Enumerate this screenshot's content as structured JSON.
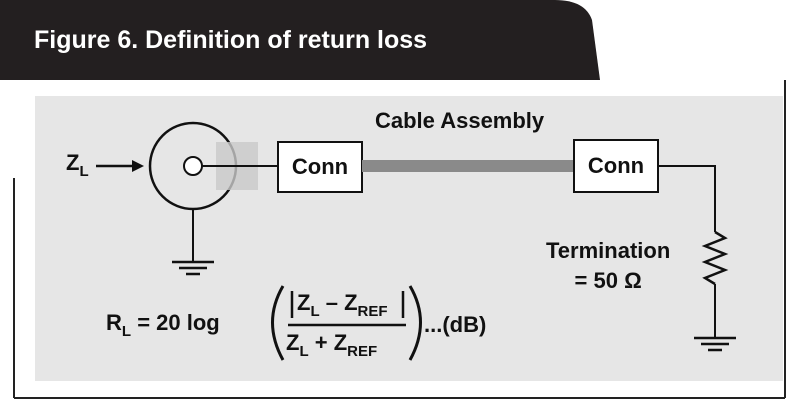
{
  "header": {
    "title": "Figure 6. Definition of return loss",
    "background_color": "#231f20",
    "title_color": "#ffffff"
  },
  "diagram": {
    "panel_color": "#e6e6e6",
    "cable_color": "#8a8a8a",
    "input_label": {
      "main": "Z",
      "sub": "L"
    },
    "cable_label": "Cable Assembly",
    "left_connector": "Conn",
    "right_connector": "Conn",
    "termination_label_line1": "Termination",
    "termination_label_line2": "= 50 Ω",
    "icons": [
      "coax-port-icon",
      "ground-icon",
      "resistor-icon",
      "arrow-right-icon"
    ]
  },
  "equation": {
    "lhs_main": "R",
    "lhs_sub": "L",
    "equals": "= 20 log",
    "num_z1": "Z",
    "num_z1_sub": "L",
    "num_minus": " – Z",
    "num_ref_sub": "REF",
    "den_z1": "Z",
    "den_z1_sub": "L",
    "den_plus": " + Z",
    "den_ref_sub": "REF",
    "suffix": "...(dB)"
  }
}
